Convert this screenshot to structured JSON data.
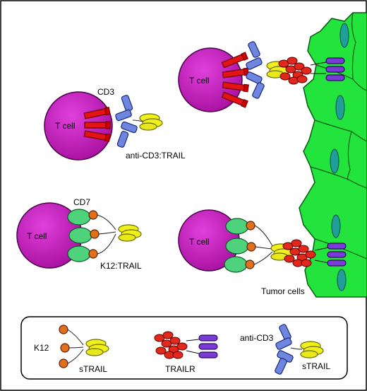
{
  "labels": {
    "tcell": "T cell",
    "cd3": "CD3",
    "anti_cd3_trail": "anti-CD3:TRAIL",
    "cd7": "CD7",
    "k12_trail": "K12:TRAIL",
    "tumor_cells": "Tumor cells"
  },
  "legend": {
    "k12": "K12",
    "strail_1": "sTRAIL",
    "trailr": "TRAILR",
    "anti_cd3": "anti-CD3",
    "strail_2": "sTRAIL"
  },
  "colors": {
    "tcell": "#c61fc0",
    "tumor": "#22e43c",
    "nucleus": "#1f9e9a",
    "cd3": "#e41414",
    "antibody": "#6f86e0",
    "trail": "#f0f01c",
    "k12": "#e0701c",
    "cd7": "#4fd27c",
    "trailr_ligand": "#e0281c",
    "trailr_receptor": "#7a3ad8"
  }
}
